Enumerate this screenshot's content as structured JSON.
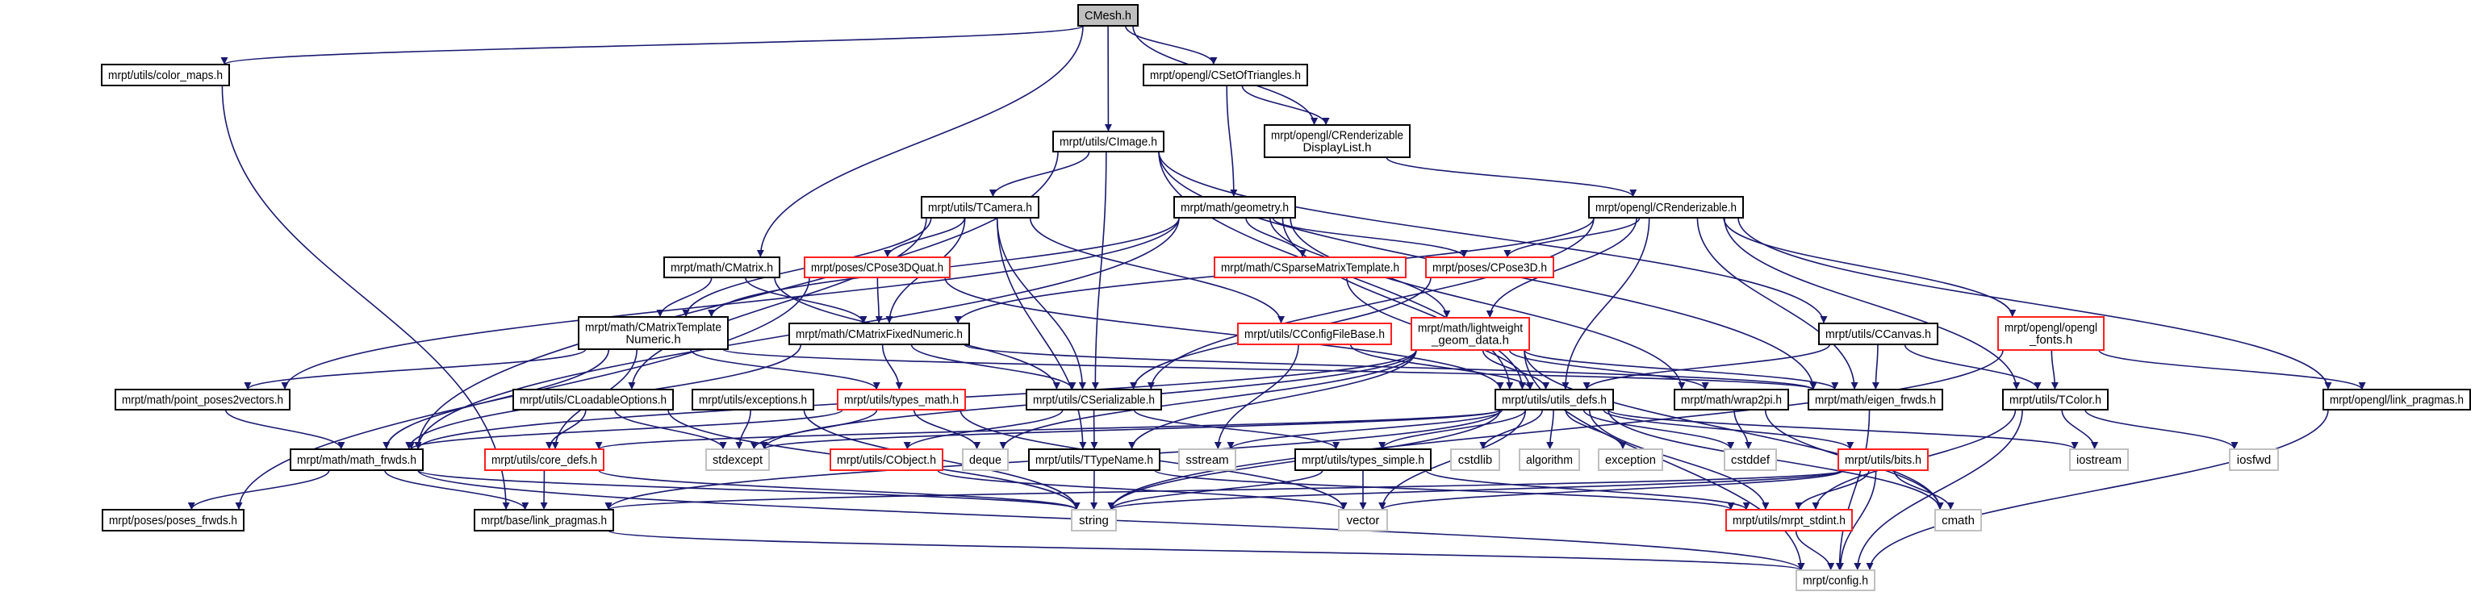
{
  "graph": {
    "edge_color": "#191970",
    "nodes": [
      {
        "id": "cmesh",
        "lines": [
          "CMesh.h"
        ],
        "style": "root"
      },
      {
        "id": "color_maps",
        "lines": [
          "mrpt/utils/color_maps.h"
        ],
        "style": "normal"
      },
      {
        "id": "csetoftriangles",
        "lines": [
          "mrpt/opengl/CSetOfTriangles.h"
        ],
        "style": "normal"
      },
      {
        "id": "crend_dl",
        "lines": [
          "mrpt/opengl/CRenderizable",
          "DisplayList.h"
        ],
        "style": "normal"
      },
      {
        "id": "cimage",
        "lines": [
          "mrpt/utils/CImage.h"
        ],
        "style": "normal"
      },
      {
        "id": "tcamera",
        "lines": [
          "mrpt/utils/TCamera.h"
        ],
        "style": "normal"
      },
      {
        "id": "geometry",
        "lines": [
          "mrpt/math/geometry.h"
        ],
        "style": "normal"
      },
      {
        "id": "crenderizable",
        "lines": [
          "mrpt/opengl/CRenderizable.h"
        ],
        "style": "normal"
      },
      {
        "id": "cmatrix",
        "lines": [
          "mrpt/math/CMatrix.h"
        ],
        "style": "normal"
      },
      {
        "id": "cpose3dquat",
        "lines": [
          "mrpt/poses/CPose3DQuat.h"
        ],
        "style": "red"
      },
      {
        "id": "csparse",
        "lines": [
          "mrpt/math/CSparseMatrixTemplate.h"
        ],
        "style": "red"
      },
      {
        "id": "cpose3d",
        "lines": [
          "mrpt/poses/CPose3D.h"
        ],
        "style": "red"
      },
      {
        "id": "cmtn",
        "lines": [
          "mrpt/math/CMatrixTemplate",
          "Numeric.h"
        ],
        "style": "normal"
      },
      {
        "id": "cmfn",
        "lines": [
          "mrpt/math/CMatrixFixedNumeric.h"
        ],
        "style": "normal"
      },
      {
        "id": "cconfig",
        "lines": [
          "mrpt/utils/CConfigFileBase.h"
        ],
        "style": "red"
      },
      {
        "id": "lwgeom",
        "lines": [
          "mrpt/math/lightweight",
          "_geom_data.h"
        ],
        "style": "red"
      },
      {
        "id": "ccanvas",
        "lines": [
          "mrpt/utils/CCanvas.h"
        ],
        "style": "normal"
      },
      {
        "id": "ofonts",
        "lines": [
          "mrpt/opengl/opengl",
          "_fonts.h"
        ],
        "style": "red"
      },
      {
        "id": "pp2v",
        "lines": [
          "mrpt/math/point_poses2vectors.h"
        ],
        "style": "normal"
      },
      {
        "id": "cloadable",
        "lines": [
          "mrpt/utils/CLoadableOptions.h"
        ],
        "style": "normal"
      },
      {
        "id": "exceptions",
        "lines": [
          "mrpt/utils/exceptions.h"
        ],
        "style": "normal"
      },
      {
        "id": "types_math",
        "lines": [
          "mrpt/utils/types_math.h"
        ],
        "style": "red"
      },
      {
        "id": "cserializable",
        "lines": [
          "mrpt/utils/CSerializable.h"
        ],
        "style": "normal"
      },
      {
        "id": "utils_defs",
        "lines": [
          "mrpt/utils/utils_defs.h"
        ],
        "style": "normal"
      },
      {
        "id": "wrap2pi",
        "lines": [
          "mrpt/math/wrap2pi.h"
        ],
        "style": "normal"
      },
      {
        "id": "eigen_frwds",
        "lines": [
          "mrpt/math/eigen_frwds.h"
        ],
        "style": "normal"
      },
      {
        "id": "tcolor",
        "lines": [
          "mrpt/utils/TColor.h"
        ],
        "style": "normal"
      },
      {
        "id": "ogl_link",
        "lines": [
          "mrpt/opengl/link_pragmas.h"
        ],
        "style": "normal"
      },
      {
        "id": "math_frwds",
        "lines": [
          "mrpt/math/math_frwds.h"
        ],
        "style": "normal"
      },
      {
        "id": "core_defs",
        "lines": [
          "mrpt/utils/core_defs.h"
        ],
        "style": "red"
      },
      {
        "id": "stdexcept",
        "lines": [
          "stdexcept"
        ],
        "style": "gray"
      },
      {
        "id": "cobject",
        "lines": [
          "mrpt/utils/CObject.h"
        ],
        "style": "red"
      },
      {
        "id": "deque",
        "lines": [
          "deque"
        ],
        "style": "gray"
      },
      {
        "id": "ttypename",
        "lines": [
          "mrpt/utils/TTypeName.h"
        ],
        "style": "normal"
      },
      {
        "id": "sstream",
        "lines": [
          "sstream"
        ],
        "style": "gray"
      },
      {
        "id": "types_simple",
        "lines": [
          "mrpt/utils/types_simple.h"
        ],
        "style": "normal"
      },
      {
        "id": "cstdlib",
        "lines": [
          "cstdlib"
        ],
        "style": "gray"
      },
      {
        "id": "algorithm",
        "lines": [
          "algorithm"
        ],
        "style": "gray"
      },
      {
        "id": "exception",
        "lines": [
          "exception"
        ],
        "style": "gray"
      },
      {
        "id": "cstddef",
        "lines": [
          "cstddef"
        ],
        "style": "gray"
      },
      {
        "id": "bits",
        "lines": [
          "mrpt/utils/bits.h"
        ],
        "style": "red"
      },
      {
        "id": "iostream",
        "lines": [
          "iostream"
        ],
        "style": "gray"
      },
      {
        "id": "iosfwd",
        "lines": [
          "iosfwd"
        ],
        "style": "gray"
      },
      {
        "id": "poses_frwds",
        "lines": [
          "mrpt/poses/poses_frwds.h"
        ],
        "style": "normal"
      },
      {
        "id": "base_link",
        "lines": [
          "mrpt/base/link_pragmas.h"
        ],
        "style": "normal"
      },
      {
        "id": "string",
        "lines": [
          "string"
        ],
        "style": "gray"
      },
      {
        "id": "vector",
        "lines": [
          "vector"
        ],
        "style": "gray"
      },
      {
        "id": "mrpt_stdint",
        "lines": [
          "mrpt/utils/mrpt_stdint.h"
        ],
        "style": "red"
      },
      {
        "id": "cmath",
        "lines": [
          "cmath"
        ],
        "style": "gray"
      },
      {
        "id": "config",
        "lines": [
          "mrpt/config.h"
        ],
        "style": "gray"
      }
    ],
    "edges": [
      [
        "cmesh",
        "color_maps"
      ],
      [
        "cmesh",
        "csetoftriangles"
      ],
      [
        "cmesh",
        "crend_dl"
      ],
      [
        "cmesh",
        "cimage"
      ],
      [
        "cmesh",
        "cmatrix"
      ],
      [
        "color_maps",
        "base_link"
      ],
      [
        "csetoftriangles",
        "crend_dl"
      ],
      [
        "csetoftriangles",
        "geometry"
      ],
      [
        "crend_dl",
        "crenderizable"
      ],
      [
        "cimage",
        "tcamera"
      ],
      [
        "cimage",
        "cserializable"
      ],
      [
        "cimage",
        "ccanvas"
      ],
      [
        "cimage",
        "eigen_frwds"
      ],
      [
        "cimage",
        "utils_defs"
      ],
      [
        "cimage",
        "math_frwds"
      ],
      [
        "tcamera",
        "cpose3dquat"
      ],
      [
        "tcamera",
        "cmfn"
      ],
      [
        "tcamera",
        "cserializable"
      ],
      [
        "tcamera",
        "cconfig"
      ],
      [
        "tcamera",
        "cmtn"
      ],
      [
        "tcamera",
        "cloadable"
      ],
      [
        "tcamera",
        "ttypename"
      ],
      [
        "geometry",
        "csparse"
      ],
      [
        "geometry",
        "cpose3d"
      ],
      [
        "geometry",
        "lwgeom"
      ],
      [
        "geometry",
        "wrap2pi"
      ],
      [
        "geometry",
        "cmtn"
      ],
      [
        "geometry",
        "math_frwds"
      ],
      [
        "geometry",
        "utils_defs"
      ],
      [
        "geometry",
        "pp2v"
      ],
      [
        "crenderizable",
        "cpose3d"
      ],
      [
        "crenderizable",
        "ofonts"
      ],
      [
        "crenderizable",
        "tcolor"
      ],
      [
        "crenderizable",
        "ogl_link"
      ],
      [
        "crenderizable",
        "cserializable"
      ],
      [
        "crenderizable",
        "lwgeom"
      ],
      [
        "crenderizable",
        "eigen_frwds"
      ],
      [
        "crenderizable",
        "utils_defs"
      ],
      [
        "crenderizable",
        "cmfn"
      ],
      [
        "cpose3dquat",
        "cmfn"
      ],
      [
        "cpose3dquat",
        "poses_frwds"
      ],
      [
        "cpose3dquat",
        "utils_defs"
      ],
      [
        "cmatrix",
        "cmtn"
      ],
      [
        "cmatrix",
        "cmfn"
      ],
      [
        "cmatrix",
        "cserializable"
      ],
      [
        "csparse",
        "utils_defs"
      ],
      [
        "cpose3d",
        "cserializable"
      ],
      [
        "cmtn",
        "math_frwds"
      ],
      [
        "cmtn",
        "pp2v"
      ],
      [
        "cmtn",
        "types_math"
      ],
      [
        "cmtn",
        "core_defs"
      ],
      [
        "cmtn",
        "eigen_frwds"
      ],
      [
        "cmfn",
        "types_math"
      ],
      [
        "cmfn",
        "cserializable"
      ],
      [
        "cmfn",
        "math_frwds"
      ],
      [
        "cmfn",
        "eigen_frwds"
      ],
      [
        "cconfig",
        "sstream"
      ],
      [
        "cconfig",
        "utils_defs"
      ],
      [
        "lwgeom",
        "utils_defs"
      ],
      [
        "lwgeom",
        "ttypename"
      ],
      [
        "lwgeom",
        "stdexcept"
      ],
      [
        "lwgeom",
        "deque"
      ],
      [
        "lwgeom",
        "math_frwds"
      ],
      [
        "lwgeom",
        "wrap2pi"
      ],
      [
        "lwgeom",
        "eigen_frwds"
      ],
      [
        "lwgeom",
        "config"
      ],
      [
        "lwgeom",
        "cmath"
      ],
      [
        "ccanvas",
        "utils_defs"
      ],
      [
        "ccanvas",
        "eigen_frwds"
      ],
      [
        "ccanvas",
        "tcolor"
      ],
      [
        "ofonts",
        "tcolor"
      ],
      [
        "ofonts",
        "ogl_link"
      ],
      [
        "ofonts",
        "string"
      ],
      [
        "pp2v",
        "math_frwds"
      ],
      [
        "cloadable",
        "core_defs"
      ],
      [
        "cloadable",
        "stdexcept"
      ],
      [
        "cloadable",
        "string"
      ],
      [
        "exceptions",
        "stdexcept"
      ],
      [
        "exceptions",
        "string"
      ],
      [
        "types_math",
        "deque"
      ],
      [
        "types_math",
        "stdexcept"
      ],
      [
        "types_math",
        "math_frwds"
      ],
      [
        "types_math",
        "vector"
      ],
      [
        "cserializable",
        "cobject"
      ],
      [
        "cserializable",
        "ttypename"
      ],
      [
        "cserializable",
        "types_simple"
      ],
      [
        "utils_defs",
        "core_defs"
      ],
      [
        "utils_defs",
        "stdexcept"
      ],
      [
        "utils_defs",
        "sstream"
      ],
      [
        "utils_defs",
        "types_simple"
      ],
      [
        "utils_defs",
        "cstdlib"
      ],
      [
        "utils_defs",
        "algorithm"
      ],
      [
        "utils_defs",
        "exception"
      ],
      [
        "utils_defs",
        "cstddef"
      ],
      [
        "utils_defs",
        "bits"
      ],
      [
        "utils_defs",
        "iostream"
      ],
      [
        "utils_defs",
        "mrpt_stdint"
      ],
      [
        "utils_defs",
        "vector"
      ],
      [
        "utils_defs",
        "string"
      ],
      [
        "utils_defs",
        "cmath"
      ],
      [
        "utils_defs",
        "base_link"
      ],
      [
        "wrap2pi",
        "cstddef"
      ],
      [
        "wrap2pi",
        "cmath"
      ],
      [
        "eigen_frwds",
        "config"
      ],
      [
        "tcolor",
        "iostream"
      ],
      [
        "tcolor",
        "iosfwd"
      ],
      [
        "tcolor",
        "mrpt_stdint"
      ],
      [
        "tcolor",
        "config"
      ],
      [
        "ogl_link",
        "config"
      ],
      [
        "math_frwds",
        "poses_frwds"
      ],
      [
        "math_frwds",
        "base_link"
      ],
      [
        "math_frwds",
        "string"
      ],
      [
        "math_frwds",
        "config"
      ],
      [
        "core_defs",
        "base_link"
      ],
      [
        "core_defs",
        "string"
      ],
      [
        "cobject",
        "vector"
      ],
      [
        "ttypename",
        "string"
      ],
      [
        "ttypename",
        "mrpt_stdint"
      ],
      [
        "types_simple",
        "string"
      ],
      [
        "types_simple",
        "vector"
      ],
      [
        "types_simple",
        "mrpt_stdint"
      ],
      [
        "bits",
        "mrpt_stdint"
      ],
      [
        "bits",
        "cmath"
      ],
      [
        "bits",
        "config"
      ],
      [
        "bits",
        "string"
      ],
      [
        "bits",
        "vector"
      ],
      [
        "bits",
        "base_link"
      ],
      [
        "mrpt_stdint",
        "config"
      ],
      [
        "base_link",
        "config"
      ]
    ]
  }
}
